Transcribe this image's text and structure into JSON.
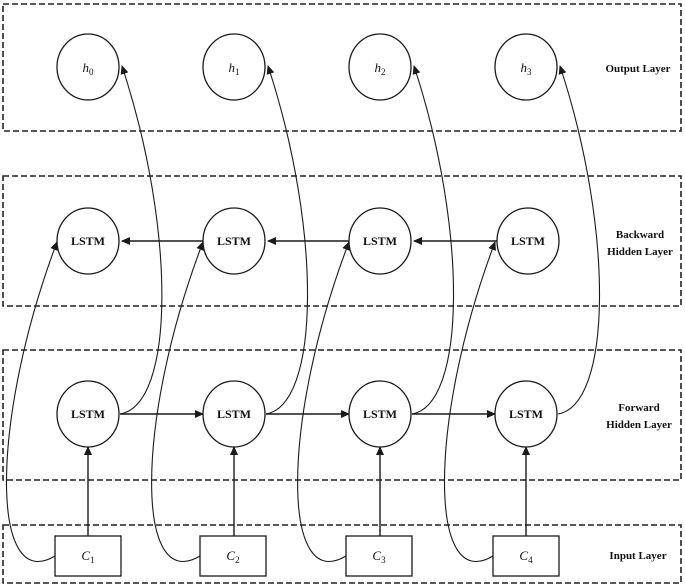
{
  "layers": {
    "output": {
      "label": "Output Layer"
    },
    "backward": {
      "label_line1": "Backward",
      "label_line2": "Hidden Layer"
    },
    "forward": {
      "label_line1": "Forward",
      "label_line2": "Hidden Layer"
    },
    "input": {
      "label": "Input Layer"
    }
  },
  "outputs": [
    {
      "symbol": "h",
      "sub": "0"
    },
    {
      "symbol": "h",
      "sub": "1"
    },
    {
      "symbol": "h",
      "sub": "2"
    },
    {
      "symbol": "h",
      "sub": "3"
    }
  ],
  "backward_cells": [
    "LSTM",
    "LSTM",
    "LSTM",
    "LSTM"
  ],
  "forward_cells": [
    "LSTM",
    "LSTM",
    "LSTM",
    "LSTM"
  ],
  "inputs": [
    {
      "symbol": "C",
      "sub": "1"
    },
    {
      "symbol": "C",
      "sub": "2"
    },
    {
      "symbol": "C",
      "sub": "3"
    },
    {
      "symbol": "C",
      "sub": "4"
    }
  ]
}
